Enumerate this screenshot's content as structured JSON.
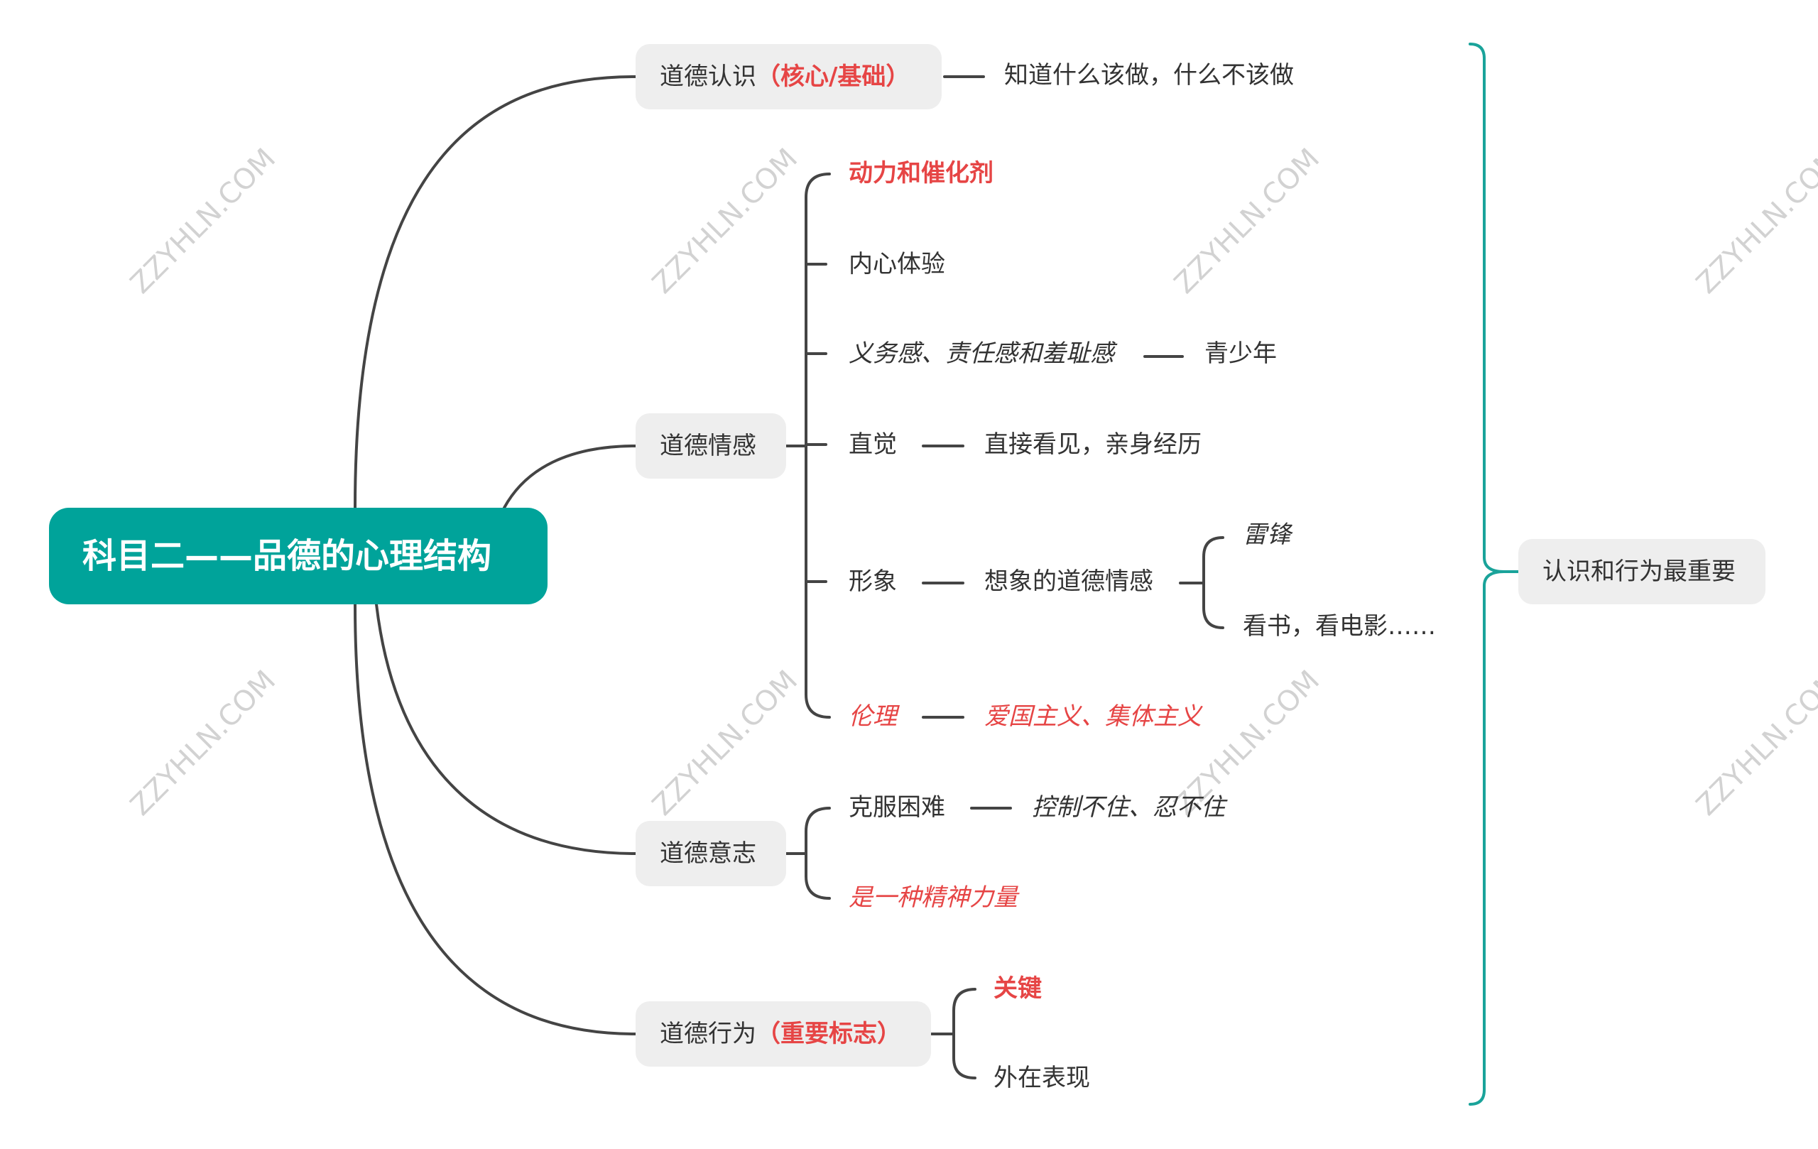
{
  "root": {
    "title": "科目二——品德的心理结构"
  },
  "colors": {
    "accent": "#00a39a",
    "highlight": "#e64545",
    "line": "#444444",
    "bracket": "#1aa39a",
    "node_bg": "#eeeeee"
  },
  "cognition": {
    "label": "道德认识",
    "tag": "（核心/基础）",
    "desc": "知道什么该做，什么不该做"
  },
  "emotion": {
    "label": "道德情感",
    "items": {
      "catalyst": "动力和催化剂",
      "inner": "内心体验",
      "duty": "义务感、责任感和羞耻感",
      "duty_note": "青少年",
      "intuition": "直觉",
      "intuition_note": "直接看见，亲身经历",
      "image": "形象",
      "image_note": "想象的道德情感",
      "image_ex1": "雷锋",
      "image_ex2": "看书，看电影……",
      "ethics": "伦理",
      "ethics_note": "爱国主义、集体主义"
    }
  },
  "will": {
    "label": "道德意志",
    "overcome": "克服困难",
    "overcome_note": "控制不住、忍不住",
    "spirit": "是一种精神力量"
  },
  "behavior": {
    "label": "道德行为",
    "tag": "（重要标志）",
    "key": "关键",
    "external": "外在表现"
  },
  "summary": "认识和行为最重要",
  "watermark": "ZZYHLN.COM"
}
